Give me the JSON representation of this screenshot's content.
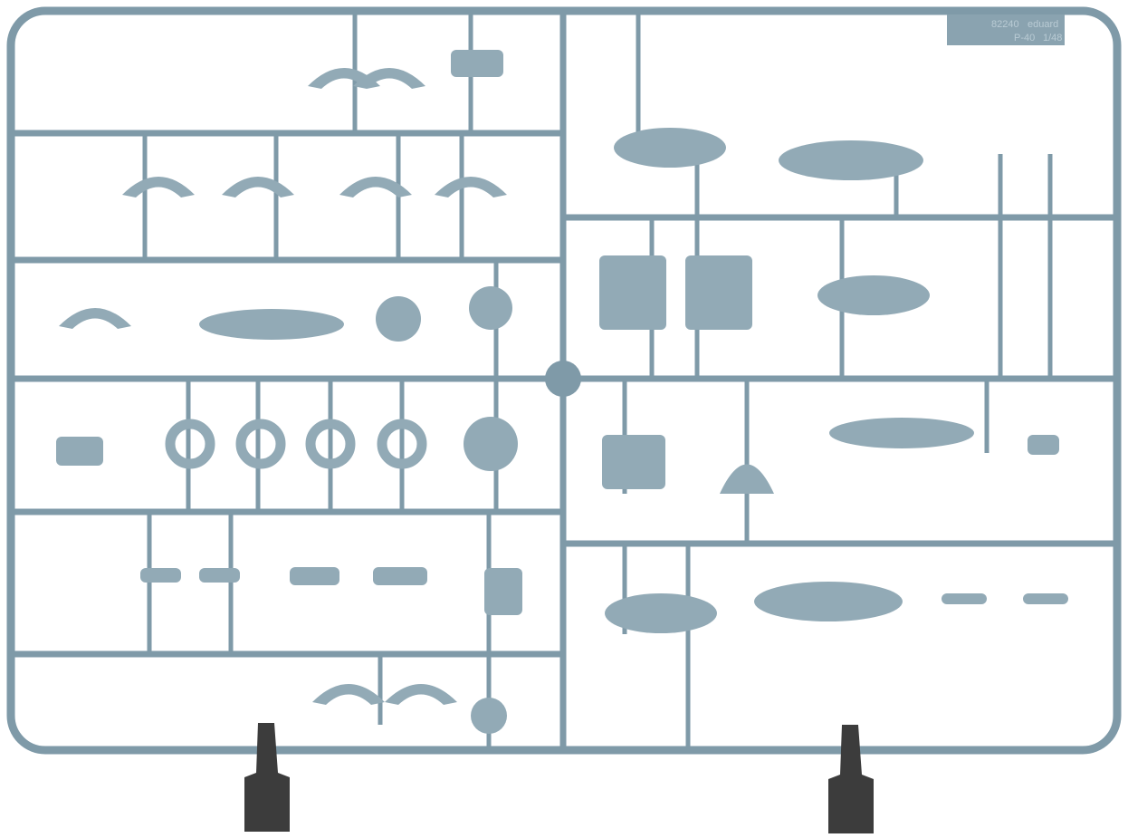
{
  "sprue": {
    "label_code": "82240",
    "label_brand": "eduard",
    "label_model": "P-40",
    "label_scale": "1/48"
  },
  "colors": {
    "plastic": "#7f9aa8",
    "plastic_light": "#92aab6",
    "stand": "#3c3c3c",
    "background": "#ffffff"
  }
}
